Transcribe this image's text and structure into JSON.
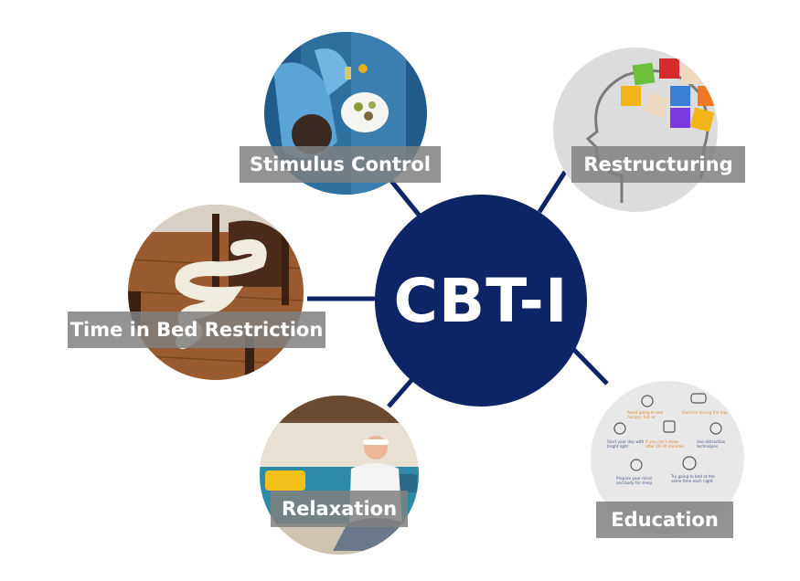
{
  "center": {
    "title": "CBT-I",
    "color": "#0d2466"
  },
  "nodes": [
    {
      "id": "stimulus",
      "label": "Stimulus Control"
    },
    {
      "id": "restructuring",
      "label": "Restructuring"
    },
    {
      "id": "time-in-bed",
      "label": "Time in Bed Restriction"
    },
    {
      "id": "relaxation",
      "label": "Relaxation"
    },
    {
      "id": "education",
      "label": "Education"
    }
  ],
  "colors": {
    "connector": "#0d2466",
    "label_bg": "#808080",
    "label_text": "#ffffff"
  }
}
